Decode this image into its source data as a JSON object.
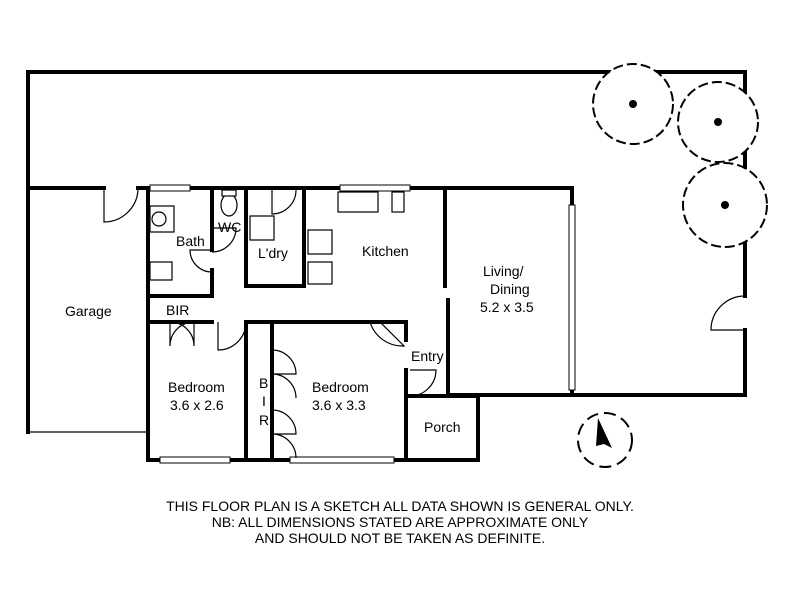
{
  "rooms": {
    "garage": "Garage",
    "bath": "Bath",
    "wc": "WC",
    "laundry": "L'dry",
    "kitchen": "Kitchen",
    "living_name": "Living/",
    "living_name2": "Dining",
    "living_dim": "5.2 x 3.5",
    "bir1": "BIR",
    "bedroom1_name": "Bedroom",
    "bedroom1_dim": "3.6 x 2.6",
    "bedroom2_name": "Bedroom",
    "bedroom2_dim": "3.6 x 3.3",
    "bir2_b": "B",
    "bir2_i": "I",
    "bir2_r": "R",
    "entry": "Entry",
    "porch": "Porch"
  },
  "disclaimer": {
    "line1": "THIS FLOOR PLAN IS A SKETCH ALL DATA SHOWN IS GENERAL ONLY.",
    "line2": "NB: ALL DIMENSIONS STATED ARE APPROXIMATE ONLY",
    "line3": "AND SHOULD NOT BE TAKEN AS DEFINITE."
  },
  "icons": [
    "tree-icon",
    "compass-icon",
    "door-icon",
    "toilet-icon",
    "basin-icon",
    "sink-icon",
    "stove-icon"
  ]
}
